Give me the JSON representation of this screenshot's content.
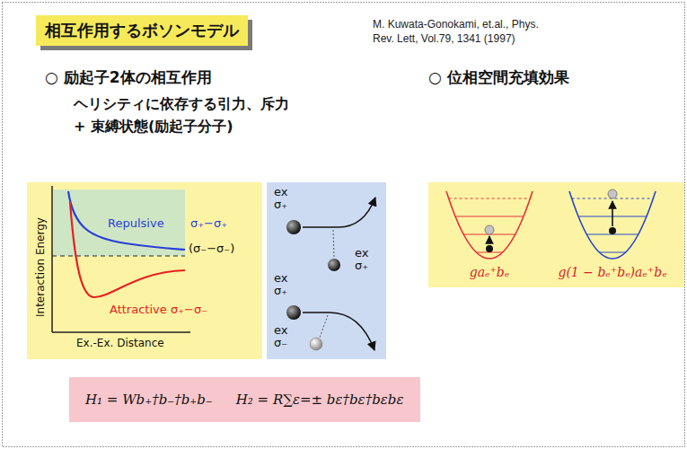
{
  "diagram": {
    "title": "相互作用するボソンモデル",
    "nodes": [
      {
        "text": [
          "Repulsive",
          "σ₊−σ₊",
          "(σ₋−σ₋)",
          "Attractive",
          "σ₊−σ₋",
          "Interaction Energy",
          "Ex.-Ex. Distance"
        ]
      },
      {
        "text": [
          "ex σ₊",
          "ex σ₊",
          "ex σ₊",
          "ex σ₋"
        ]
      },
      {
        "text": [
          "gaₑ⁺bₑ",
          "g(1 − bₑ⁺bₑ)aₑ⁺bₑ"
        ]
      },
      {
        "text": [
          "H₁ = Wb₊†b₋†b₊b₋",
          "H₂ = R∑ε=± bε†bε†bεbε"
        ]
      }
    ],
    "labels": [
      "M. Kuwata-Gonokami, et.al., Phys. Rev. Lett, Vol.79, 1341 (1997)",
      "○ 励起子2体の相互作用",
      "○ 位相空間充填効果",
      "ヘリシティに依存する引力、斥力 + 束縛状態(励起子分子)"
    ]
  }
}
